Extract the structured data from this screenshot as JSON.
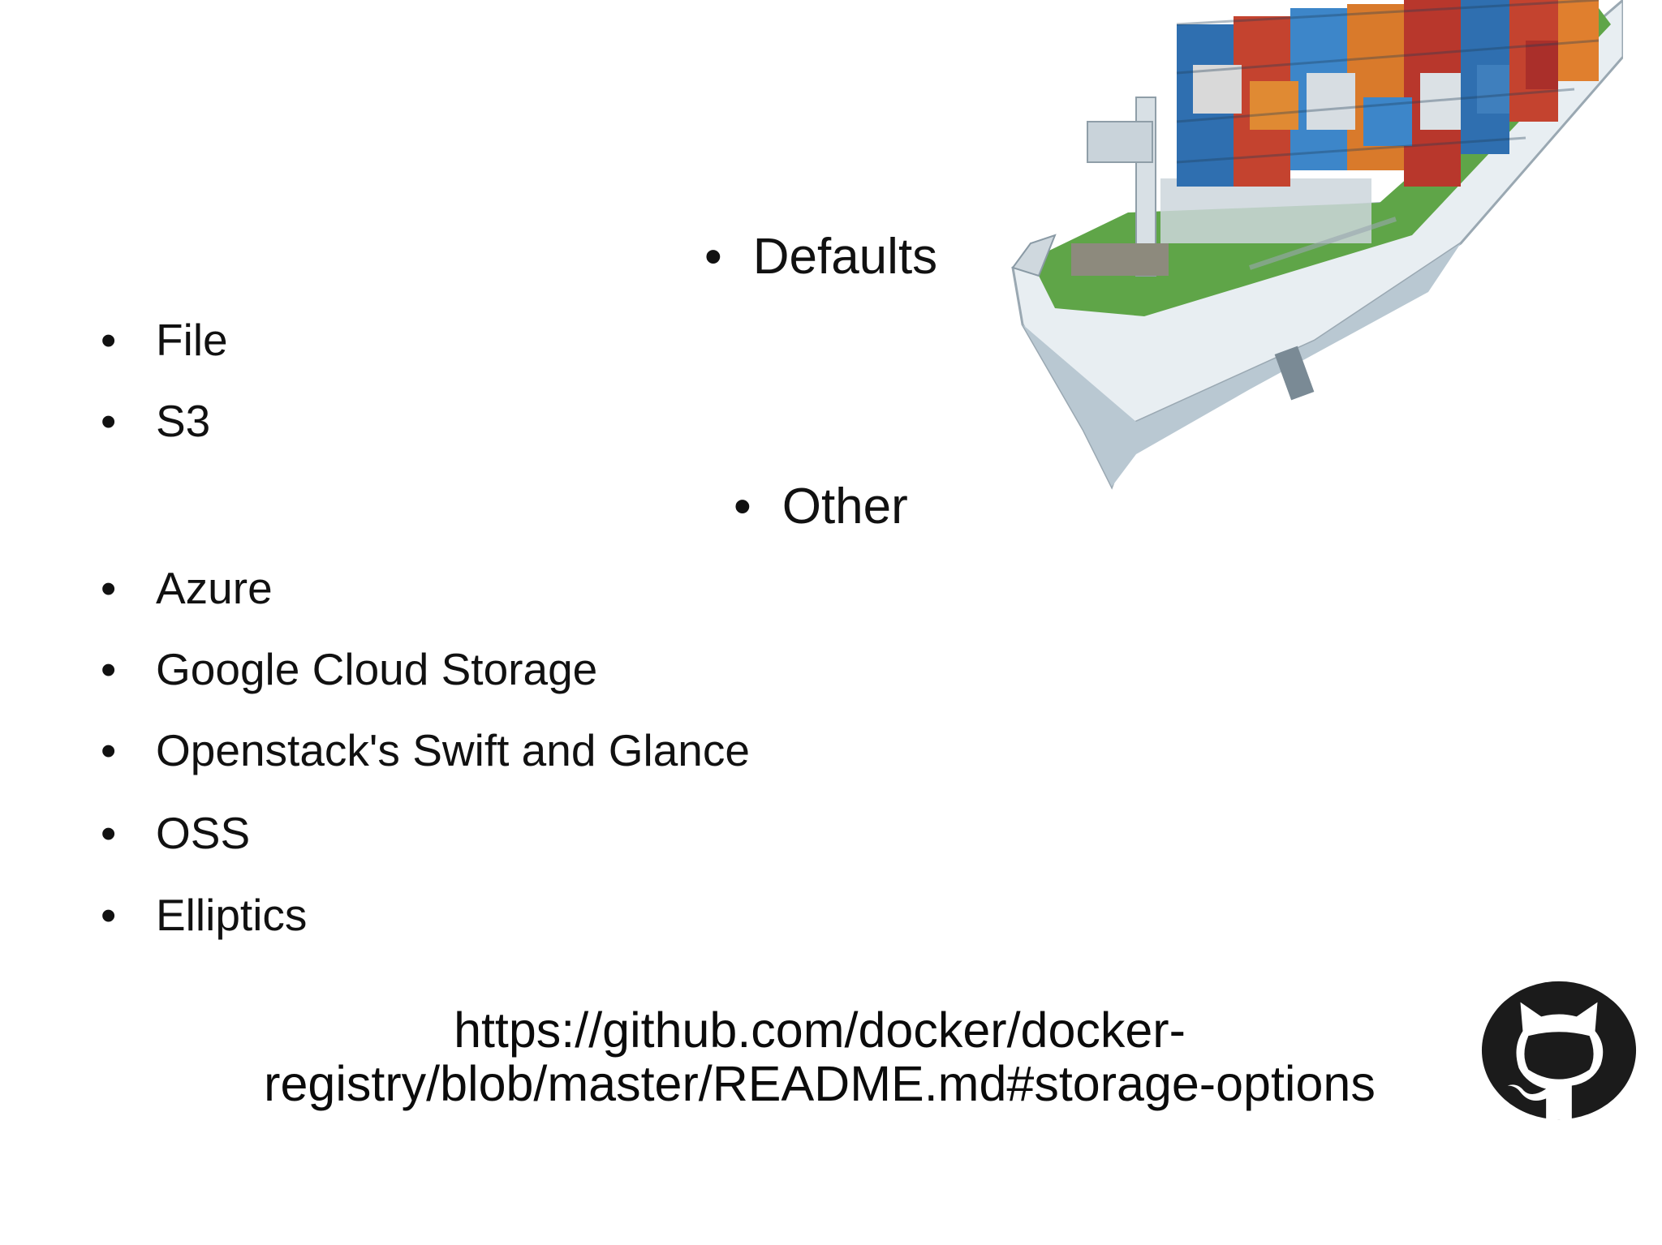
{
  "slide": {
    "headings": {
      "defaults": "Defaults",
      "other": "Other"
    },
    "bullet_glyph": "•",
    "defaults_items": [
      "File",
      "S3"
    ],
    "other_items": [
      "Azure",
      "Google Cloud Storage",
      "Openstack's Swift and Glance",
      "OSS",
      "Elliptics"
    ],
    "url_line_1": "https://github.com/docker/docker-",
    "url_line_2": "registry/blob/master/README.md#storage-options"
  },
  "images": {
    "ship": "container-ship-illustration",
    "github": "github-octocat-icon"
  },
  "colors": {
    "text": "#111111",
    "hull": "#e7edf1",
    "deck": "#5fa548",
    "github_logo": "#1b1b1b"
  }
}
